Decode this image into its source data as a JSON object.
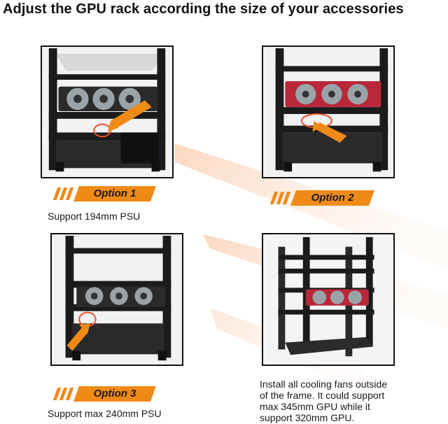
{
  "title": "Adjust the GPU rack according the size of your accessories",
  "options": [
    {
      "label": "Option 1",
      "caption": "Support 194mm PSU"
    },
    {
      "label": "Option 2"
    },
    {
      "label": "Option 3",
      "caption": "Support max 240mm PSU"
    }
  ],
  "install_note": [
    "Install all cooling fans outside",
    "of the frame. It could support",
    "max 345mm GPU while it",
    "support 320mm GPU."
  ],
  "colors": {
    "accent": "#f08a17",
    "frame": "#1b1b1b",
    "highlight": "#e8502a",
    "gpu_red": "#c0392b"
  }
}
